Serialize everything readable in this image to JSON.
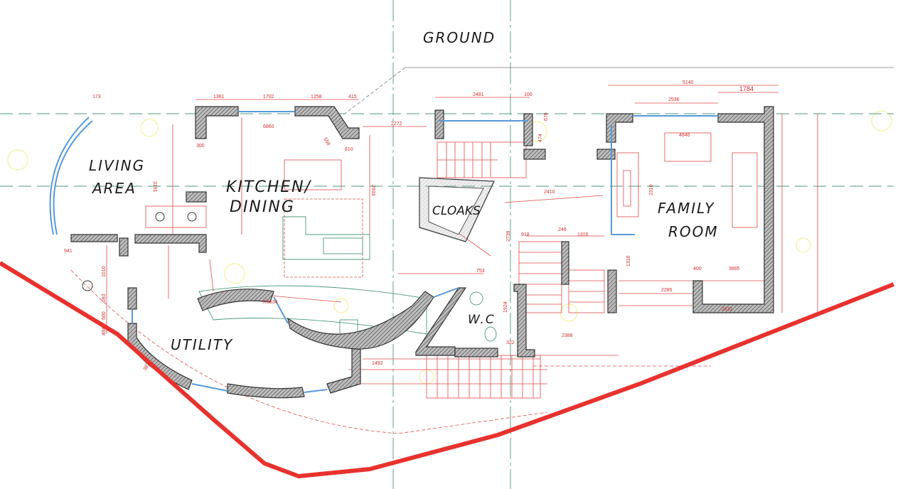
{
  "title": "GROUND",
  "rooms": {
    "living_1": "LIVING",
    "living_2": "AREA",
    "kitchen_1": "KITCHEN/",
    "kitchen_2": "DINING",
    "cloaks": "CLOAKS",
    "family_1": "FAMILY",
    "family_2": "ROOM",
    "wc": "W.C",
    "utility": "UTILITY"
  },
  "dims": [
    "173",
    "1361",
    "1702",
    "1258",
    "415",
    "300",
    "3191",
    "2933",
    "610",
    "558",
    "6860",
    "2272",
    "2481",
    "100",
    "676",
    "474",
    "5140",
    "1784",
    "2536",
    "4846",
    "2410",
    "2310",
    "918",
    "246",
    "1316",
    "2739",
    "1316",
    "3895",
    "400",
    "2285",
    "2231",
    "753",
    "1010",
    "593",
    "500",
    "484",
    "R3534",
    "1492",
    "2388",
    "941",
    "382",
    "322",
    "1924"
  ],
  "colors": {
    "boundary": "#e8322e",
    "dimension": "#e04a4a",
    "wall_hatch": "#555555",
    "window": "#5a9ad8",
    "grid": "#4c9a7a"
  }
}
